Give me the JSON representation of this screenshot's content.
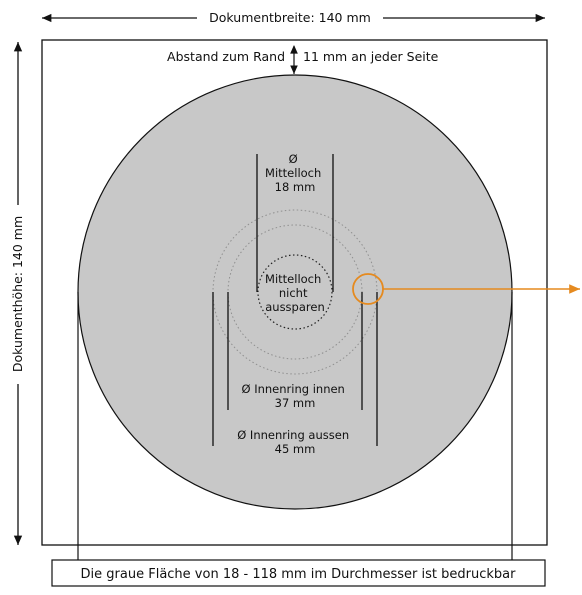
{
  "colors": {
    "disc": "#c8c8c8",
    "line": "#111111",
    "dotted": "#8f8f8f",
    "highlight": "#e58a1f",
    "background": "#ffffff"
  },
  "labels": {
    "width": "Dokumentbreite: 140 mm",
    "height": "Dokumenthöhe: 140 mm",
    "margin_left": "Abstand zum Rand",
    "margin_right": "11 mm an jeder Seite",
    "center_hole": [
      "Ø",
      "Mittelloch",
      "18 mm"
    ],
    "center_note": [
      "Mittelloch",
      "nicht",
      "aussparen"
    ],
    "inner_ring_inside": [
      "Ø Innenring innen",
      "37 mm"
    ],
    "inner_ring_outside": [
      "Ø Innenring aussen",
      "45 mm"
    ],
    "footer": "Die graue Fläche von 18 - 118 mm im Durchmesser ist bedruckbar"
  }
}
